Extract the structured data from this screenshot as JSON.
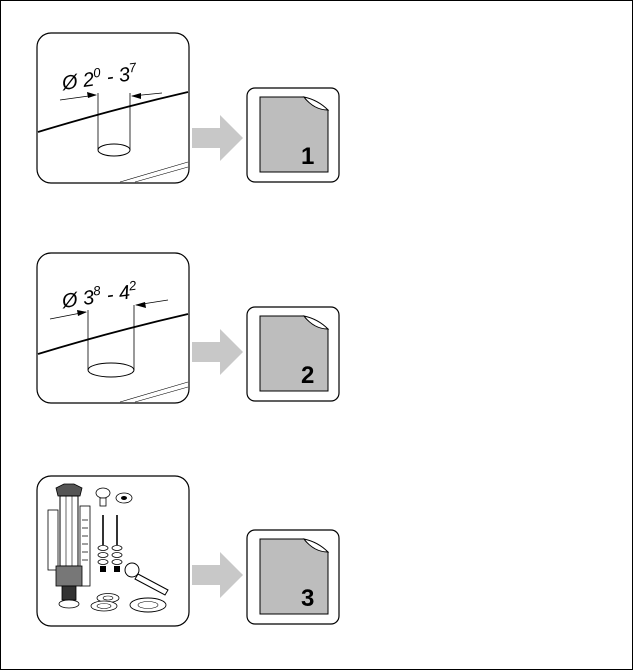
{
  "steps": [
    {
      "dim_main_a": "Ø 2",
      "dim_sup_a": "0",
      "dim_mid": " - 3",
      "dim_sup_b": "7",
      "page_number": "1"
    },
    {
      "dim_main_a": "Ø 3",
      "dim_sup_a": "8",
      "dim_mid": " - 4",
      "dim_sup_b": "2",
      "page_number": "2"
    },
    {
      "page_number": "3"
    }
  ],
  "icons": [
    "hole-diagram-icon",
    "arrow-right-icon",
    "document-page-icon",
    "flush-valve-parts-icon"
  ],
  "colors": {
    "stroke": "#000000",
    "arrow": "#c8c8c8",
    "page_fill": "#bdbdbd",
    "background": "#ffffff"
  }
}
